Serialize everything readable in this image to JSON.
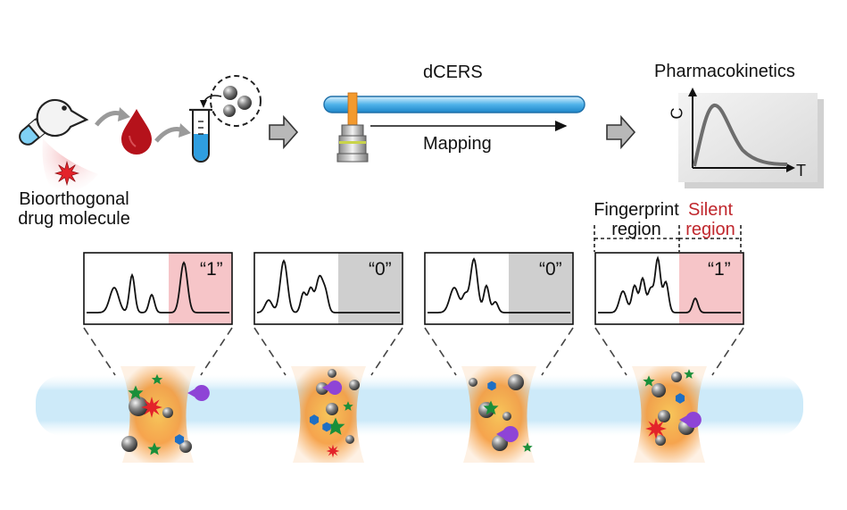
{
  "top": {
    "drug_label_line1": "Bioorthogonal",
    "drug_label_line2": "drug molecule",
    "dcers_title": "dCERS",
    "mapping_label": "Mapping",
    "pk_title": "Pharmacokinetics",
    "pk_axis_y": "C",
    "pk_axis_x": "T"
  },
  "regions": {
    "fingerprint_line1": "Fingerprint",
    "fingerprint_line2": "region",
    "silent_line1": "Silent",
    "silent_line2": "region"
  },
  "spectra": [
    {
      "code": "“1”",
      "silent_color": "#f6c5c8"
    },
    {
      "code": "“0”",
      "silent_color": "#cfcfcf"
    },
    {
      "code": "“0”",
      "silent_color": "#cfcfcf"
    },
    {
      "code": "“1”",
      "silent_color": "#f6c5c8"
    }
  ],
  "colors": {
    "accent_red": "#c0272d",
    "blood": "#b5121b",
    "tube_blue": "#2f9ee0",
    "fiber_blue": "#8fd0f2",
    "laser_orange": "#f39a2e",
    "hexagon_blue": "#1f6fc4",
    "star_green": "#1a8f3a",
    "pacman_purple": "#8e44d6"
  }
}
